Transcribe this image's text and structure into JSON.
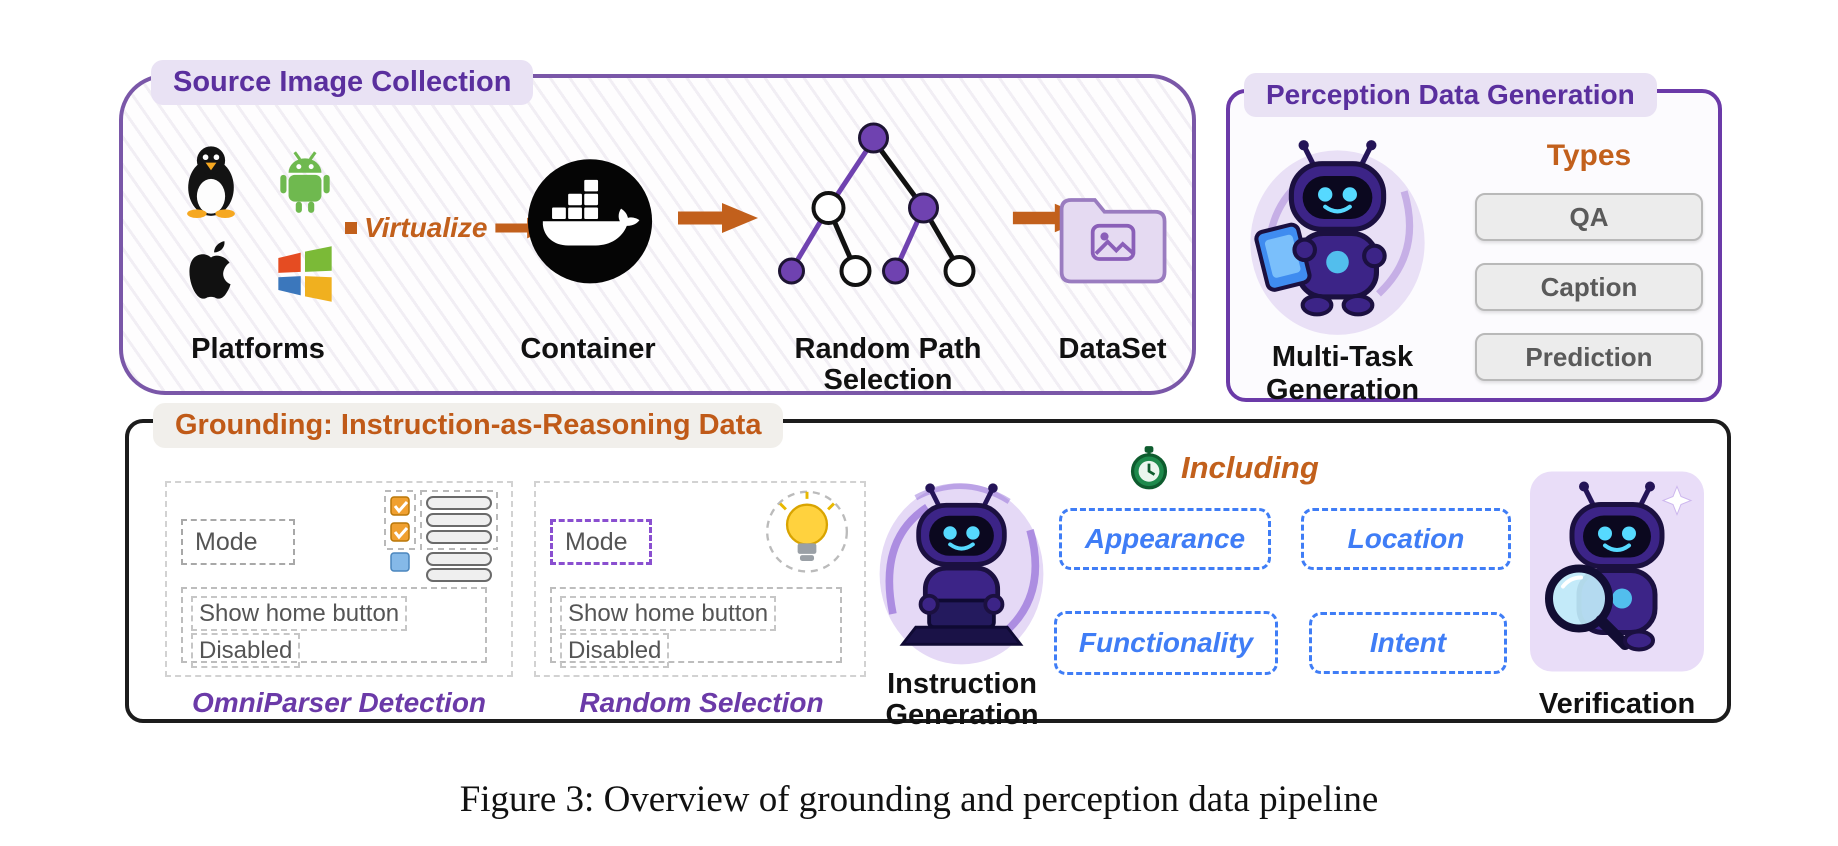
{
  "figure": {
    "caption": "Figure 3: Overview of grounding and perception data pipeline"
  },
  "source_collection": {
    "title": "Source Image Collection",
    "platforms_label": "Platforms",
    "virtualize_label": "Virtualize",
    "container_label": "Container",
    "random_path_label": "Random Path Selection",
    "dataset_label": "DataSet"
  },
  "perception": {
    "title": "Perception Data Generation",
    "types_label": "Types",
    "types": [
      "QA",
      "Caption",
      "Prediction"
    ],
    "multitask_label": "Multi-Task Generation"
  },
  "grounding": {
    "title": "Grounding: Instruction-as-Reasoning Data",
    "mockup": {
      "mode_label": "Mode",
      "show_home_label": "Show home button",
      "disabled_label": "Disabled"
    },
    "omniparser_label": "OmniParser Detection",
    "random_selection_label": "Random Selection",
    "instruction_label": "Instruction Generation",
    "including_label": "Including",
    "categories": [
      "Appearance",
      "Location",
      "Functionality",
      "Intent"
    ],
    "verification_label": "Verification"
  },
  "colors": {
    "purple_accent": "#5a2f9e",
    "orange_accent": "#c2601c",
    "blue_accent": "#3f7df6",
    "green_accent": "#1e8a4c"
  }
}
